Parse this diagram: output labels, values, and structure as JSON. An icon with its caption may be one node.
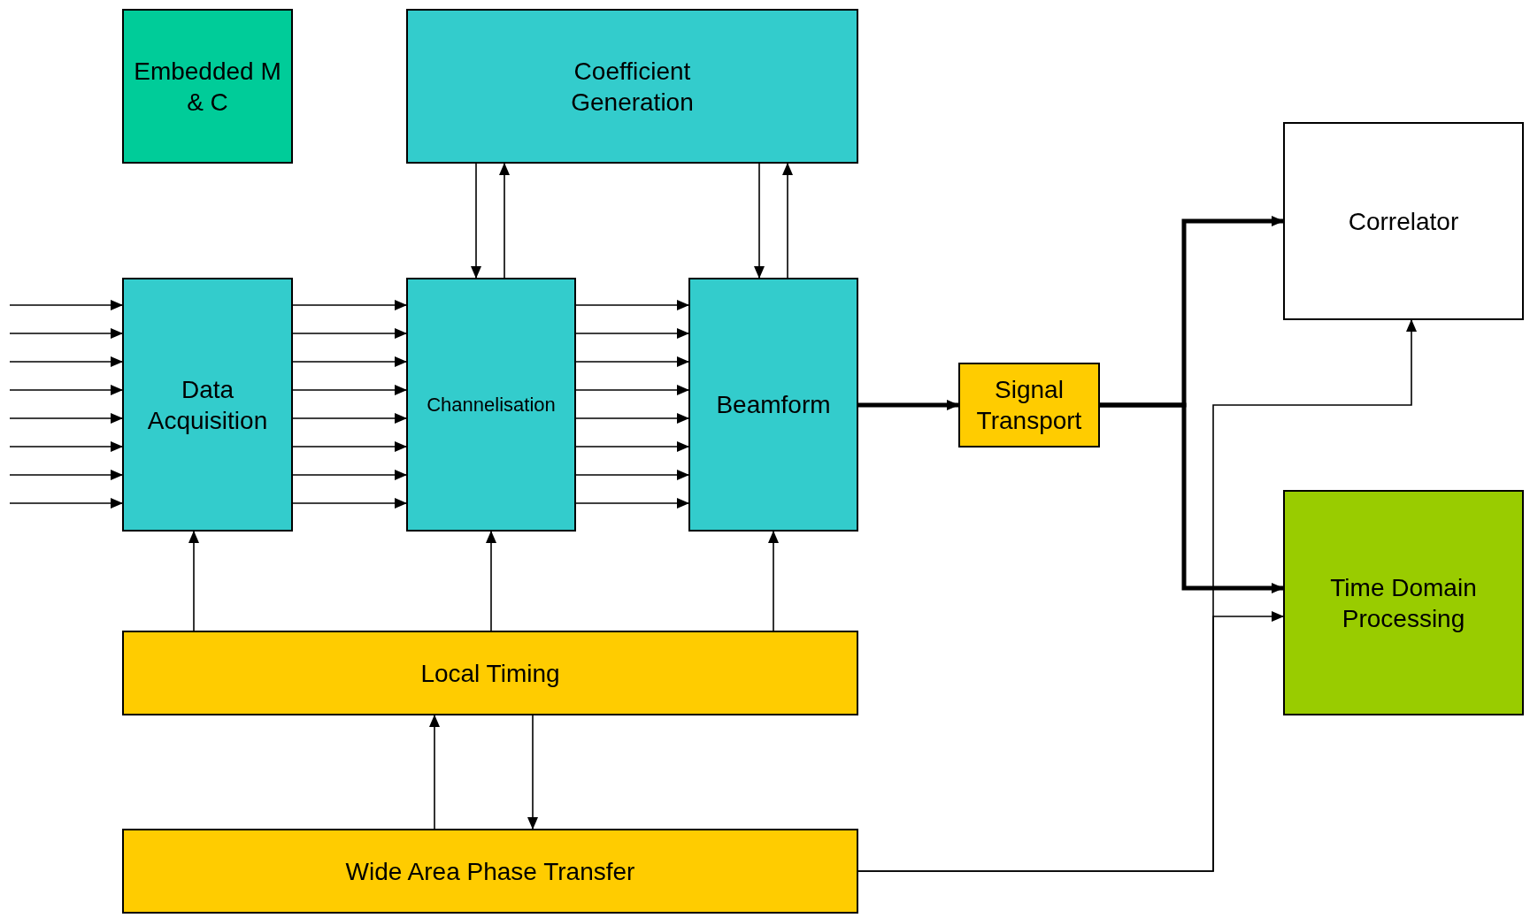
{
  "diagram": {
    "nodes": [
      {
        "text": [
          "Embedded M & C"
        ]
      },
      {
        "text": [
          "Coefficient Generation"
        ]
      },
      {
        "text": [
          "Correlator"
        ]
      },
      {
        "text": [
          "Data Acquisition"
        ]
      },
      {
        "text": [
          "Channelisation"
        ]
      },
      {
        "text": [
          "Beamform"
        ]
      },
      {
        "text": [
          "Signal Transport"
        ]
      },
      {
        "text": [
          "Time Domain Processing"
        ]
      },
      {
        "text": [
          "Local Timing"
        ]
      },
      {
        "text": [
          "Wide Area Phase Transfer"
        ]
      }
    ],
    "edges": [
      {
        "from": null,
        "to": 3,
        "arrow": "to"
      },
      {
        "from": null,
        "to": 3,
        "arrow": "to"
      },
      {
        "from": null,
        "to": 3,
        "arrow": "to"
      },
      {
        "from": null,
        "to": 3,
        "arrow": "to"
      },
      {
        "from": null,
        "to": 3,
        "arrow": "to"
      },
      {
        "from": null,
        "to": 3,
        "arrow": "to"
      },
      {
        "from": null,
        "to": 3,
        "arrow": "to"
      },
      {
        "from": null,
        "to": 3,
        "arrow": "to"
      },
      {
        "from": 3,
        "to": 4,
        "arrow": "to"
      },
      {
        "from": 3,
        "to": 4,
        "arrow": "to"
      },
      {
        "from": 3,
        "to": 4,
        "arrow": "to"
      },
      {
        "from": 3,
        "to": 4,
        "arrow": "to"
      },
      {
        "from": 3,
        "to": 4,
        "arrow": "to"
      },
      {
        "from": 3,
        "to": 4,
        "arrow": "to"
      },
      {
        "from": 3,
        "to": 4,
        "arrow": "to"
      },
      {
        "from": 3,
        "to": 4,
        "arrow": "to"
      },
      {
        "from": 4,
        "to": 5,
        "arrow": "to"
      },
      {
        "from": 4,
        "to": 5,
        "arrow": "to"
      },
      {
        "from": 4,
        "to": 5,
        "arrow": "to"
      },
      {
        "from": 4,
        "to": 5,
        "arrow": "to"
      },
      {
        "from": 4,
        "to": 5,
        "arrow": "to"
      },
      {
        "from": 4,
        "to": 5,
        "arrow": "to"
      },
      {
        "from": 4,
        "to": 5,
        "arrow": "to"
      },
      {
        "from": 4,
        "to": 5,
        "arrow": "to"
      },
      {
        "from": 1,
        "to": 4,
        "arrow": "to"
      },
      {
        "from": 4,
        "to": 1,
        "arrow": "to"
      },
      {
        "from": 1,
        "to": 5,
        "arrow": "to"
      },
      {
        "from": 5,
        "to": 1,
        "arrow": "to"
      },
      {
        "from": 8,
        "to": 3,
        "arrow": "to"
      },
      {
        "from": 8,
        "to": 4,
        "arrow": "to"
      },
      {
        "from": 8,
        "to": 5,
        "arrow": "to"
      },
      {
        "from": 9,
        "to": 8,
        "arrow": "to"
      },
      {
        "from": 8,
        "to": 9,
        "arrow": "to"
      },
      {
        "from": 5,
        "to": 6,
        "arrow": "to",
        "style": "thick"
      },
      {
        "from": 6,
        "to": 2,
        "arrow": "to",
        "style": "thick"
      },
      {
        "from": 6,
        "to": 7,
        "arrow": "to",
        "style": "thick"
      },
      {
        "from": 9,
        "to": 2,
        "arrow": "to"
      },
      {
        "from": 9,
        "to": 7,
        "arrow": "to"
      }
    ]
  }
}
